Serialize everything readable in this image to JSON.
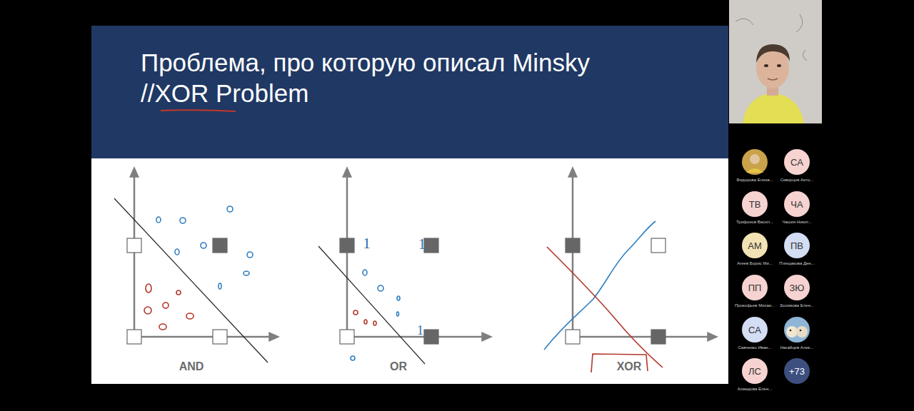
{
  "diagram": {
    "title": "Проблема, про которую описал Minsky //XOR Problem",
    "nodes": [
      {
        "text": [
          "СА",
          "Скворцов Анто..."
        ]
      },
      {
        "text": [
          "ТВ",
          "Трифонов Васил..."
        ]
      },
      {
        "text": [
          "ЧА",
          "Чашин Никит..."
        ]
      },
      {
        "text": [
          "АМ",
          "Агеев Борис Ми..."
        ]
      },
      {
        "text": [
          "ПВ",
          "Плещакова Ден..."
        ]
      },
      {
        "text": [
          "ПП",
          "Прокофьев Михаи..."
        ]
      },
      {
        "text": [
          "ЗЮ",
          "Зосимова Елен..."
        ]
      },
      {
        "text": [
          "СА",
          "Савченко Иван..."
        ]
      },
      {
        "text": [
          "ЛС",
          "Ахмедова Елен..."
        ]
      },
      {
        "text": [
          "+73"
        ]
      }
    ],
    "labels": [
      "1",
      "1",
      "1",
      "AND",
      "OR",
      "XOR",
      "Федорова Елиза...",
      "Нагайцев Алек..."
    ]
  }
}
